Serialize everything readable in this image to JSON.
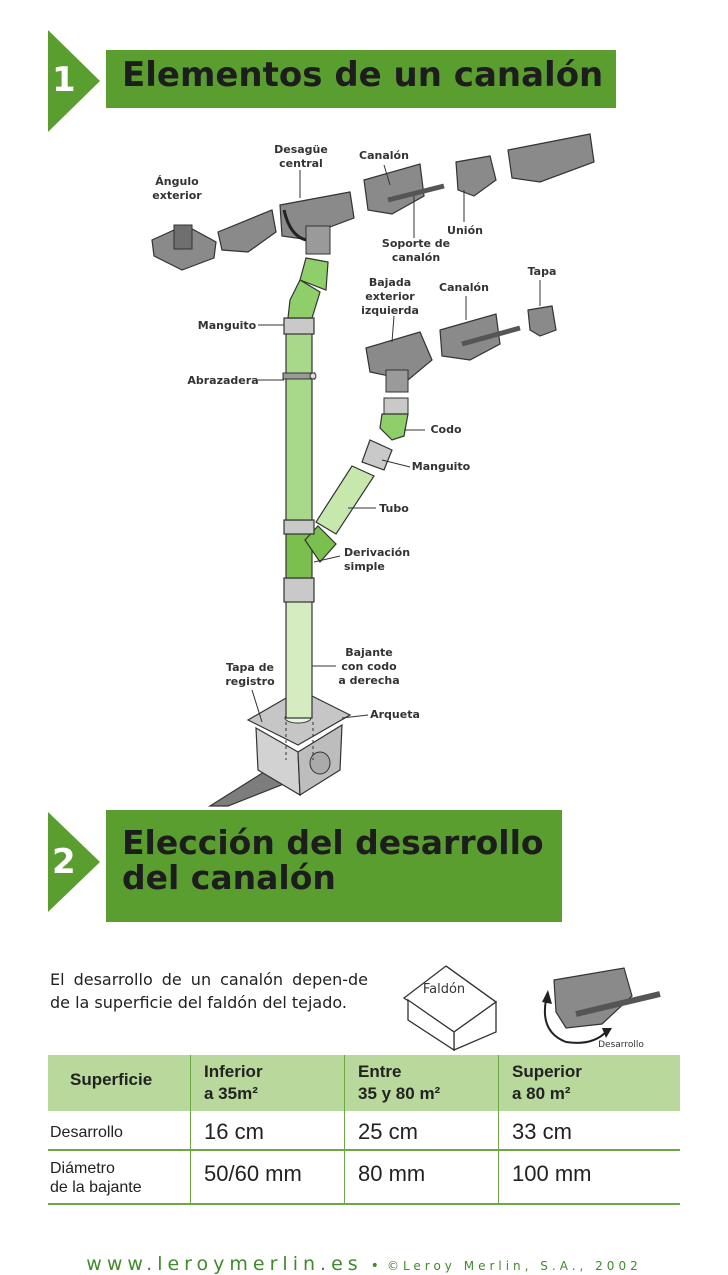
{
  "section1": {
    "number": "1",
    "title": "Elementos de un canalón"
  },
  "diagram_labels": {
    "angulo_exterior": [
      "Ángulo",
      "exterior"
    ],
    "desague_central": [
      "Desagüe",
      "central"
    ],
    "canalon_top": "Canalón",
    "union": "Unión",
    "soporte_canalon": [
      "Soporte de",
      "canalón"
    ],
    "tapa": "Tapa",
    "bajada_exterior": [
      "Bajada",
      "exterior",
      "izquierda"
    ],
    "canalon_mid": "Canalón",
    "manguito_left": "Manguito",
    "abrazadera": "Abrazadera",
    "codo": "Codo",
    "manguito_right": "Manguito",
    "tubo": "Tubo",
    "derivacion": [
      "Derivación",
      "simple"
    ],
    "bajante": [
      "Bajante",
      "con codo",
      "a derecha"
    ],
    "tapa_registro": [
      "Tapa de",
      "registro"
    ],
    "arqueta": "Arqueta"
  },
  "section2": {
    "number": "2",
    "title_line1": "Elección del desarrollo",
    "title_line2": "del canalón"
  },
  "intro": {
    "text": "El desarrollo de un canalón depen-de de la superficie del faldón del tejado."
  },
  "illustration": {
    "house_label": "Faldón",
    "gutter_label": "Desarrollo"
  },
  "table": {
    "header": {
      "label": "Superficie",
      "col1_line1": "Inferior",
      "col1_line2": "a 35m²",
      "col2_line1": "Entre",
      "col2_line2": "35 y 80 m²",
      "col3_line1": "Superior",
      "col3_line2": "a 80 m²"
    },
    "rows": [
      {
        "label_line1": "Desarrollo",
        "label_line2": "",
        "values": [
          "16 cm",
          "25 cm",
          "33 cm"
        ]
      },
      {
        "label_line1": "Diámetro",
        "label_line2": "de la bajante",
        "values": [
          "50/60 mm",
          "80 mm",
          "100 mm"
        ]
      }
    ]
  },
  "footer": {
    "url": "www.leroymerlin.es",
    "separator": "•",
    "copyright": "©Leroy Merlin, S.A., 2002"
  },
  "colors": {
    "brand_green": "#5a9e2f",
    "light_green": "#b8d89c",
    "pipe_green": "#9fd27f",
    "gray": "#8a8a8a"
  }
}
